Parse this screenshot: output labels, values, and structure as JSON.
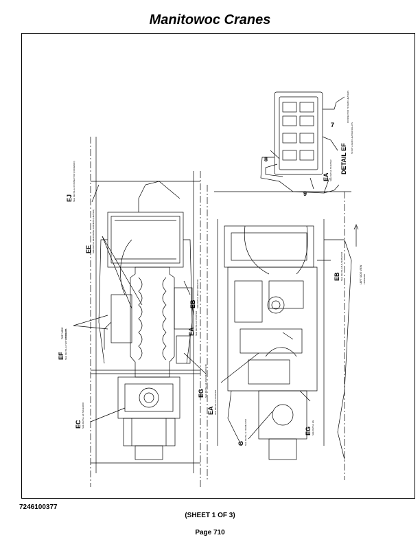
{
  "header": {
    "title": "Manitowoc Cranes"
  },
  "drawing": {
    "callouts": {
      "ej": {
        "letter": "EJ",
        "text": "SEE DETAIL EJ CONNECTOR (FORWARD)"
      },
      "ee": {
        "letter": "EE",
        "text": "SEE DETAIL EE ENGINE HARNESS (HEATER)"
      },
      "ef": {
        "letter": "EF",
        "text": "SEE DETAIL EF WATER RELAYS"
      },
      "ec": {
        "letter": "EC",
        "text": "SEE DETAIL EC SOLENOID"
      },
      "eb_top": {
        "letter": "EB",
        "text": "SEE DETAIL EB ALTERNATOR"
      },
      "ea_top": {
        "letter": "EA",
        "text": "SEE DETAIL EA STARTER"
      },
      "eg_top": {
        "letter": "EG",
        "text": "SEE DETAIL EG ENGINE GROUND"
      },
      "ea_side": {
        "letter": "EA",
        "text": "SEE DETAIL EA STARTER"
      },
      "eb_side": {
        "letter": "EB",
        "text": "SEE DETAIL EB ALTERNATOR"
      },
      "eg_side": {
        "letter": "EG",
        "text": "SEE DETAIL EG"
      },
      "g_side": {
        "letter": "G",
        "text": "SEE DETAIL G FRAME GND"
      },
      "ea_detail": {
        "letter": "EA",
        "text": "SEE DETAIL STARTER"
      },
      "detail_ea_note": {
        "text": "START & GRID HEATER RELAYS"
      },
      "detail_top_note": {
        "text": "CONNECTOR TO GRID HEATERS"
      }
    },
    "views": {
      "top_view": {
        "title": "TOP VIEW",
        "sub": "FORWARD"
      },
      "left_side_view": {
        "title": "LEFT SIDE VIEW",
        "sub": "FORWARD"
      },
      "detail_ef": {
        "title": "DETAIL EF"
      }
    },
    "numbers": {
      "n7": "7",
      "n8": "8",
      "n9": "9"
    }
  },
  "footer": {
    "doc_number": "7246100377",
    "sheet": "(SHEET 1 OF 3)",
    "page": "Page 710"
  }
}
